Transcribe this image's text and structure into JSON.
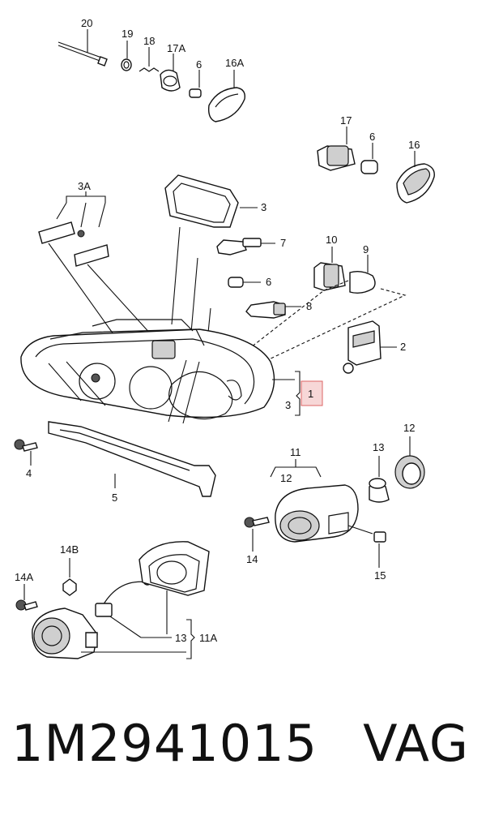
{
  "labels": {
    "l20": "20",
    "l19": "19",
    "l18": "18",
    "l17a": "17A",
    "l6a": "6",
    "l16a": "16A",
    "l17": "17",
    "l6b": "6",
    "l16": "16",
    "l3a": "3A",
    "l3": "3",
    "l7": "7",
    "l10": "10",
    "l9": "9",
    "l6c": "6",
    "l8": "8",
    "l2": "2",
    "l1": "1",
    "l3b": "3",
    "l4": "4",
    "l5": "5",
    "l11": "11",
    "l12": "12",
    "l12b": "12",
    "l13": "13",
    "l14": "14",
    "l15": "15",
    "l14b": "14B",
    "l14a": "14A",
    "l13b": "13",
    "l11a": "11A"
  },
  "footer": {
    "part_number": "1M2941015",
    "brand": "VAG"
  }
}
